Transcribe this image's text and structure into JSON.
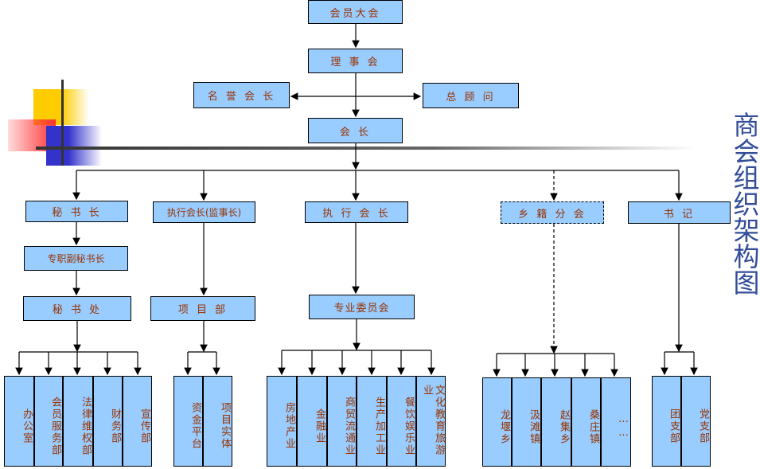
{
  "title": "商会组织架构图",
  "nodes": {
    "assembly": "会员大会",
    "council": "理 事 会",
    "honorary_president": "名 誉 会 长",
    "advisor": "总 顾 问",
    "president": "会  长",
    "secretary_general": "秘 书 长",
    "executive_supervisor": "执行会长(监事长)",
    "executive_president": "执 行 会 长",
    "hometown_branch": "乡 籍 分 会",
    "party_secretary": "书   记",
    "deputy_secretary": "专职副秘书长",
    "secretariat": "秘 书 处",
    "project_dept": "项 目 部",
    "professional_committee": "专业委员会"
  },
  "leaves": {
    "secretariat": [
      "办公室",
      "会员服务部",
      "法律维权部",
      "财务部",
      "宣传部"
    ],
    "project": [
      "资金平台",
      "项目实体"
    ],
    "committee": [
      "房地产业",
      "金融业",
      "商贸流通业",
      "生产加工业",
      "餐饮娱乐业",
      "文化教育旅游业"
    ],
    "branch": [
      "龙堰乡",
      "汲滩镇",
      "赵集乡",
      "桑庄镇",
      "……"
    ],
    "party": [
      "团支部",
      "党支部"
    ]
  },
  "colors": {
    "box": "#99ccff",
    "text": "#993300",
    "title": "#334d99"
  }
}
